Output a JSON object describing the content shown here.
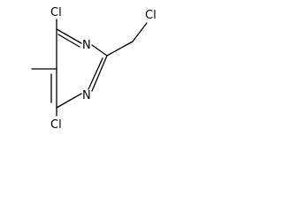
{
  "molecule": {
    "atoms": {
      "cl_top": "Cl",
      "cl_bottom": "Cl",
      "cl_side": "Cl",
      "n_upper": "N",
      "n_lower": "N"
    },
    "colors": {
      "bond": "#000000",
      "text": "#000000",
      "background": "#ffffff"
    }
  }
}
